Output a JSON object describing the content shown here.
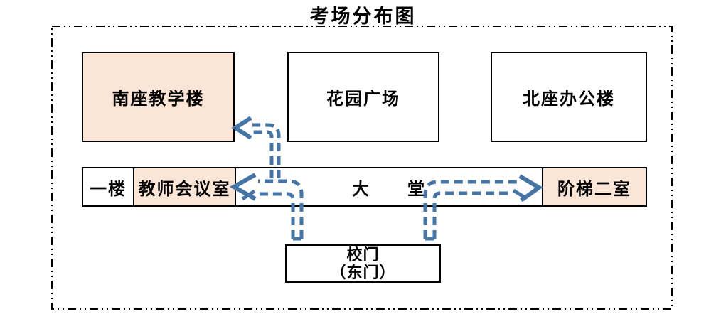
{
  "title": "考场分布图",
  "colors": {
    "room_fill": "#FBE5D6",
    "arrow_blue": "#4674A4",
    "line_black": "#000000",
    "background": "#FFFFFF"
  },
  "buildings": {
    "south_teaching": {
      "label": "南座教学楼"
    },
    "garden_plaza": {
      "label": "花园广场"
    },
    "north_office": {
      "label": "北座办公楼"
    }
  },
  "first_floor_strip": {
    "floor_tag": "一楼",
    "teacher_meeting_room": "教师会议室",
    "lobby": "大　　堂",
    "stair_room_2": "阶梯二室"
  },
  "school_gate": {
    "line1": "校门",
    "line2": "（东门）"
  },
  "routes": [
    {
      "name": "gate-to-teacher-meeting-room"
    },
    {
      "name": "lobby-to-south-teaching-building"
    },
    {
      "name": "gate-to-stair-room-2"
    }
  ]
}
